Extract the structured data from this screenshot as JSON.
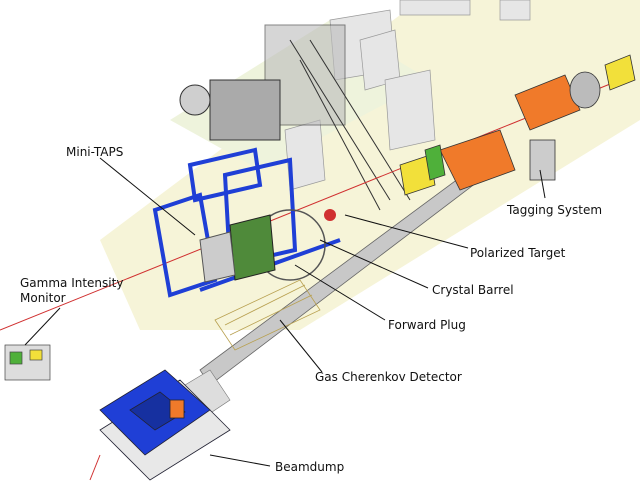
{
  "labels": {
    "mini_taps": "Mini-TAPS",
    "gamma_line1": "Gamma Intensity",
    "gamma_line2": "Monitor",
    "tagging": "Tagging System",
    "polarized_target": "Polarized Target",
    "crystal_barrel": "Crystal Barrel",
    "forward_plug": "Forward Plug",
    "cherenkov": "Gas Cherenkov Detector",
    "beamdump": "Beamdump"
  },
  "colors": {
    "floor": "#f6f4d8",
    "blue_frame": "#1f3fd6",
    "magnet": "#f07a2a",
    "green": "#4f8a3a",
    "yellow": "#f2e03a",
    "beam": "#d03030",
    "building": "#e4e4e4"
  }
}
